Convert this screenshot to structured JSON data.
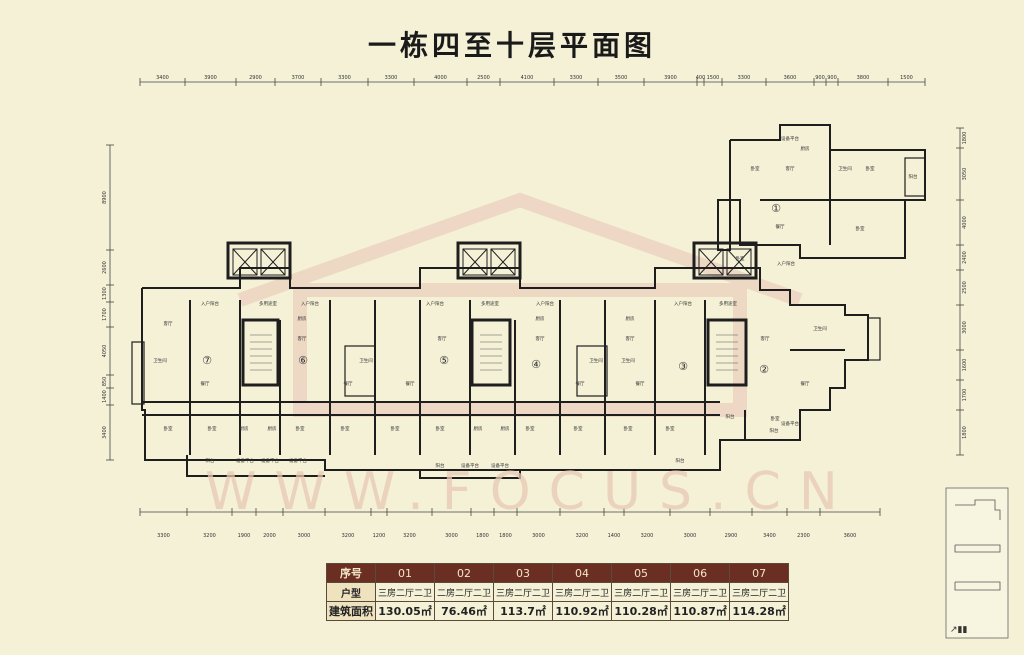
{
  "title": "一栋四至十层平面图",
  "watermark": "WWW.FOCUS.CN",
  "colors": {
    "background": "#f4f1d6",
    "wall": "#1e1e1e",
    "dim": "#333333",
    "header": "#6b2e22",
    "watermark": "#e8c8b4"
  },
  "dims_top": [
    "3400",
    "3900",
    "2900",
    "3700",
    "3300",
    "3300",
    "4000",
    "2500",
    "4100",
    "3300",
    "3500",
    "3900",
    "400",
    "1500",
    "3300",
    "3600",
    "900",
    "900",
    "3800",
    "1500"
  ],
  "dims_bottom": [
    "3300",
    "3200",
    "1900",
    "2000",
    "3000",
    "3200",
    "1200",
    "3200",
    "3000",
    "1800",
    "1800",
    "3000",
    "3200",
    "1400",
    "3200",
    "3000",
    "2900",
    "3400",
    "2300",
    "3600"
  ],
  "dims_left": [
    "8900",
    "2600",
    "1300",
    "1700",
    "4050",
    "850",
    "1400",
    "3400"
  ],
  "dims_right": [
    "1800",
    "3050",
    "4000",
    "2400",
    "2500",
    "3000",
    "1600",
    "1700",
    "1800"
  ],
  "unit_markers": [
    "①",
    "②",
    "③",
    "④",
    "⑤",
    "⑥",
    "⑦"
  ],
  "room_labels": {
    "living": "客厅",
    "dining": "餐厅",
    "bedroom": "卧室",
    "kitchen": "厨房",
    "bath": "卫生间",
    "balcony": "阳台",
    "entry_garden": "入户阳台",
    "equipment": "设备平台",
    "multi": "多用途室"
  },
  "table": {
    "headers": [
      "序号",
      "01",
      "02",
      "03",
      "04",
      "05",
      "06",
      "07"
    ],
    "rows": [
      {
        "label": "户型",
        "values": [
          "三房二厅二卫",
          "二房二厅二卫",
          "三房二厅二卫",
          "三房二厅二卫",
          "三房二厅二卫",
          "三房二厅二卫",
          "三房二厅二卫"
        ]
      },
      {
        "label": "建筑面积",
        "values": [
          "130.05㎡",
          "76.46㎡",
          "113.7㎡",
          "110.92㎡",
          "110.28㎡",
          "110.87㎡",
          "114.28㎡"
        ]
      }
    ]
  }
}
